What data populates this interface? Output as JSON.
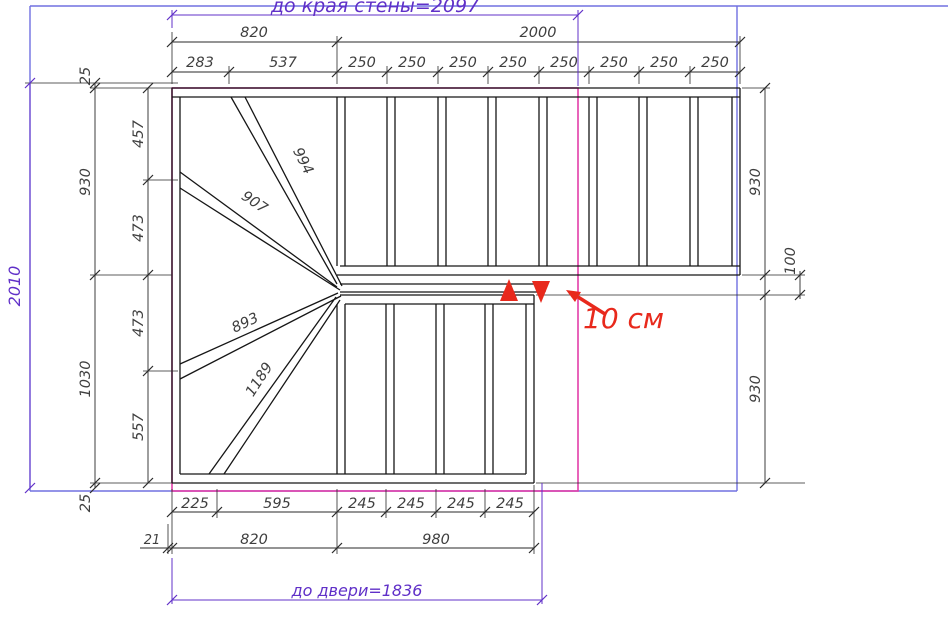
{
  "colors": {
    "wall": "#7070e0",
    "opening": "#e23da8",
    "dim_accent": "#6030c8",
    "annotation": "#e8291c"
  },
  "dims": {
    "wall_edge": "до края стены=2097",
    "top_main": [
      "820",
      "2000"
    ],
    "top_detail": [
      "283",
      "537",
      "250",
      "250",
      "250",
      "250",
      "250",
      "250",
      "250",
      "250"
    ],
    "left_total": "2010",
    "left_wall_top": "25",
    "left_wall_bottom": "25",
    "left_outer": [
      "930",
      "1030"
    ],
    "left_inner": [
      "457",
      "473",
      "473",
      "557"
    ],
    "right_outer": [
      "930",
      "930"
    ],
    "right_gap": "100",
    "bottom_detail": [
      "225",
      "595",
      "245",
      "245",
      "245",
      "245"
    ],
    "bottom_main": [
      "820",
      "980"
    ],
    "bottom_wall": "21",
    "door": "до двери=1836",
    "winders": {
      "a": "994",
      "b": "907",
      "c": "893",
      "d": "1189"
    },
    "note": "10 см"
  }
}
